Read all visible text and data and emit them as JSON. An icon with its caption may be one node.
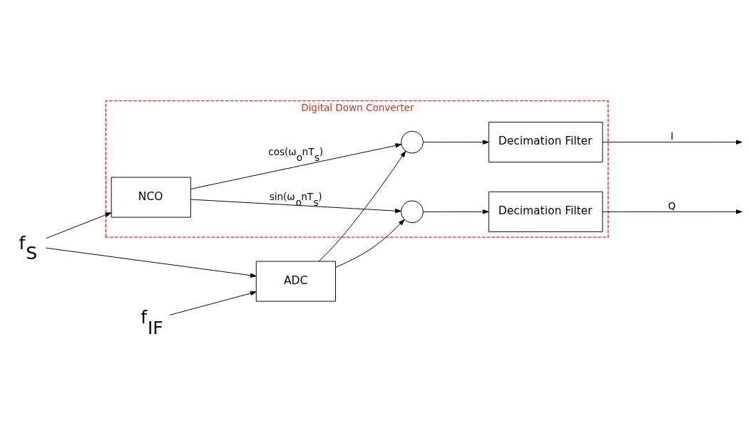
{
  "diagram": {
    "nodes": [
      {
        "text": [
          "Digital Down Converter"
        ]
      },
      {
        "text": [
          "f$_{IF}$"
        ]
      },
      {
        "text": [
          "ADC"
        ]
      },
      {
        "text": [],
        "shape": "circle",
        "in": 0
      },
      {
        "text": [],
        "shape": "circle",
        "in": 0
      },
      {
        "text": [
          "Decimation Filter"
        ],
        "in": 0
      },
      {
        "text": [
          "Decimation Filter"
        ],
        "in": 0
      },
      {
        "text": [
          "NCO"
        ],
        "in": 0
      },
      {
        "text": [
          "f$_{S}$"
        ]
      }
    ],
    "edges": [
      {
        "from": 1,
        "to": 2,
        "arrow": "to"
      },
      {
        "from": 2,
        "to": 3,
        "arrow": "to"
      },
      {
        "from": 2,
        "to": 4,
        "arrow": "to"
      },
      {
        "from": 3,
        "to": 5,
        "arrow": "to"
      },
      {
        "from": 4,
        "to": 6,
        "arrow": "to"
      },
      {
        "from": 5,
        "to": null,
        "arrow": "to",
        "label": "I"
      },
      {
        "from": 6,
        "to": null,
        "arrow": "to",
        "label": "Q"
      },
      {
        "from": 8,
        "to": 2,
        "arrow": "to"
      },
      {
        "from": 8,
        "to": 7,
        "arrow": "to"
      },
      {
        "from": 7,
        "to": 3,
        "arrow": "to",
        "label": "cos(ω$_{o}$nT$_{s}$)"
      },
      {
        "from": 7,
        "to": 4,
        "arrow": "to",
        "label": "sin(ω$_{o}$nT$_{s}$)"
      }
    ]
  }
}
